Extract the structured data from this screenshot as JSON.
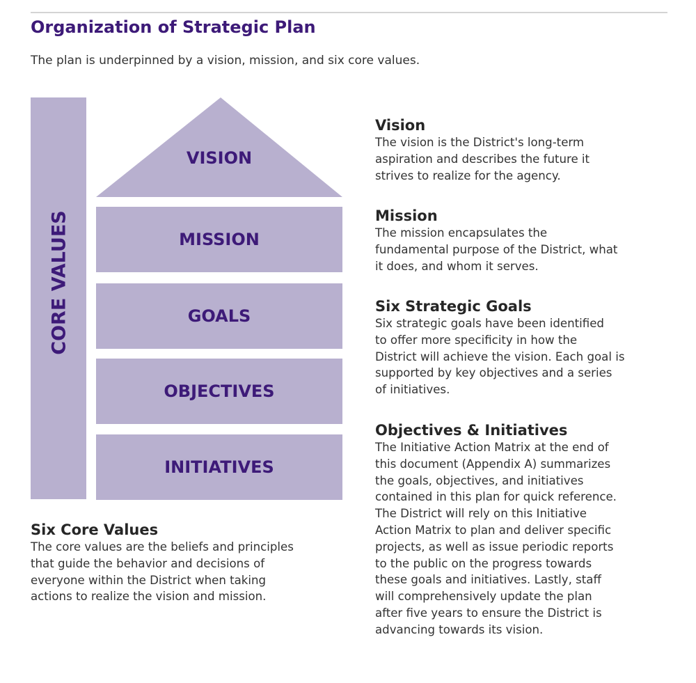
{
  "header": {
    "title": "Organization of Strategic Plan",
    "intro": "The plan is underpinned by a vision, mission, and six core values."
  },
  "diagram": {
    "core_values_label": "CORE VALUES",
    "tiers": [
      "VISION",
      "MISSION",
      "GOALS",
      "OBJECTIVES",
      "INITIATIVES"
    ]
  },
  "descriptions": [
    {
      "heading": "Vision",
      "body": "The vision is the District's long-term\naspiration and describes the future it\nstrives to realize for the agency."
    },
    {
      "heading": "Mission",
      "body": "The mission encapsulates the\nfundamental purpose of the District, what\nit does, and whom it serves."
    },
    {
      "heading": "Six Strategic Goals",
      "body": "Six strategic goals have been identified\nto offer more specificity in how the\nDistrict will achieve the vision. Each goal is\nsupported by key objectives and a series\nof initiatives."
    },
    {
      "heading": "Objectives & Initiatives",
      "body": "The Initiative Action Matrix at the end of\nthis document (Appendix A) summarizes\nthe goals, objectives, and initiatives\ncontained in this plan for quick reference.\nThe District will rely on this Initiative\nAction Matrix to plan and deliver specific\nprojects, as well as issue periodic reports\nto the public on the progress towards\nthese goals and initiatives. Lastly, staff\nwill comprehensively update the plan\nafter five years to ensure the District is\nadvancing towards its vision."
    }
  ],
  "core_values": {
    "heading": "Six Core Values",
    "body": "The core values are the beliefs and principles\nthat guide the behavior and decisions of\neveryone within the District when taking\nactions to realize the vision and mission."
  },
  "colors": {
    "accent": "#3d1a78",
    "diagram_fill": "#b8b0cf",
    "rule": "#d4d4d4"
  }
}
